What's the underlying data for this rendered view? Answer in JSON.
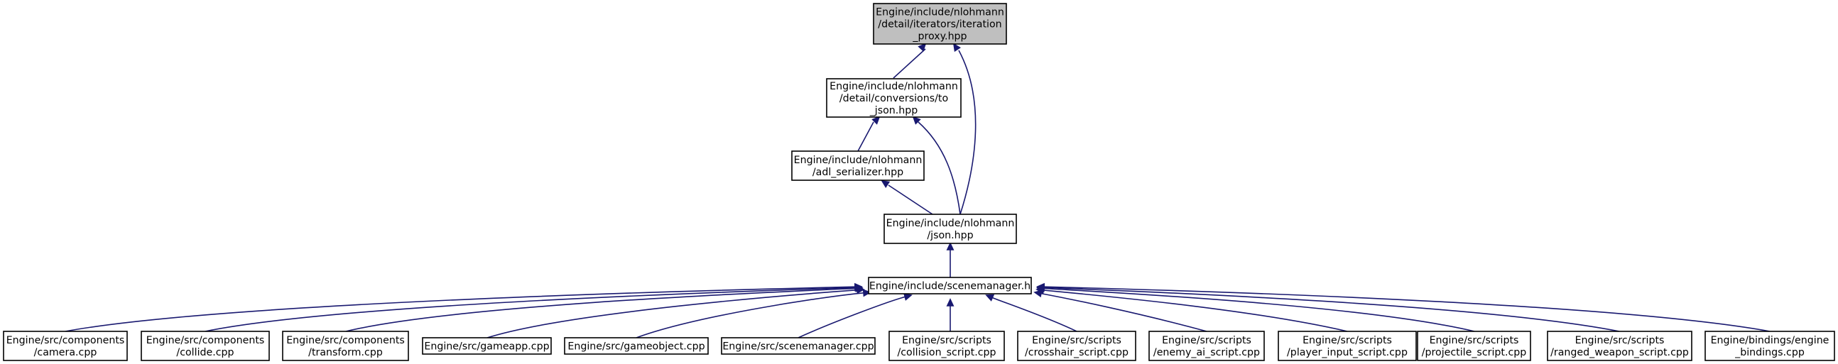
{
  "colors": {
    "edge": "#191970",
    "focus_fill": "#bfbfbf",
    "node_fill": "#ffffff",
    "node_stroke": "#000000"
  },
  "nodes": {
    "iteration_proxy": [
      "Engine/include/nlohmann",
      "/detail/iterators/iteration",
      "_proxy.hpp"
    ],
    "to_json": [
      "Engine/include/nlohmann",
      "/detail/conversions/to",
      "_json.hpp"
    ],
    "adl_serializer": [
      "Engine/include/nlohmann",
      "/adl_serializer.hpp"
    ],
    "json": [
      "Engine/include/nlohmann",
      "/json.hpp"
    ],
    "scenemanager_h": [
      "Engine/include/scenemanager.h"
    ],
    "camera": [
      "Engine/src/components",
      "/camera.cpp"
    ],
    "collide": [
      "Engine/src/components",
      "/collide.cpp"
    ],
    "transform": [
      "Engine/src/components",
      "/transform.cpp"
    ],
    "gameapp": [
      "Engine/src/gameapp.cpp"
    ],
    "gameobject": [
      "Engine/src/gameobject.cpp"
    ],
    "scenemanager_cpp": [
      "Engine/src/scenemanager.cpp"
    ],
    "collision_script": [
      "Engine/src/scripts",
      "/collision_script.cpp"
    ],
    "crosshair_script": [
      "Engine/src/scripts",
      "/crosshair_script.cpp"
    ],
    "enemy_ai_script": [
      "Engine/src/scripts",
      "/enemy_ai_script.cpp"
    ],
    "player_input_script": [
      "Engine/src/scripts",
      "/player_input_script.cpp"
    ],
    "projectile_script": [
      "Engine/src/scripts",
      "/projectile_script.cpp"
    ],
    "ranged_weapon_script": [
      "Engine/src/scripts",
      "/ranged_weapon_script.cpp"
    ],
    "engine_bindings": [
      "Engine/bindings/engine",
      "_bindings.cpp"
    ]
  },
  "edges": [
    [
      "to_json",
      "iteration_proxy"
    ],
    [
      "json",
      "iteration_proxy"
    ],
    [
      "adl_serializer",
      "to_json"
    ],
    [
      "json",
      "to_json"
    ],
    [
      "json",
      "adl_serializer"
    ],
    [
      "scenemanager_h",
      "json"
    ],
    [
      "camera",
      "scenemanager_h"
    ],
    [
      "collide",
      "scenemanager_h"
    ],
    [
      "transform",
      "scenemanager_h"
    ],
    [
      "gameapp",
      "scenemanager_h"
    ],
    [
      "gameobject",
      "scenemanager_h"
    ],
    [
      "scenemanager_cpp",
      "scenemanager_h"
    ],
    [
      "collision_script",
      "scenemanager_h"
    ],
    [
      "crosshair_script",
      "scenemanager_h"
    ],
    [
      "enemy_ai_script",
      "scenemanager_h"
    ],
    [
      "player_input_script",
      "scenemanager_h"
    ],
    [
      "projectile_script",
      "scenemanager_h"
    ],
    [
      "ranged_weapon_script",
      "scenemanager_h"
    ],
    [
      "engine_bindings",
      "scenemanager_h"
    ]
  ]
}
